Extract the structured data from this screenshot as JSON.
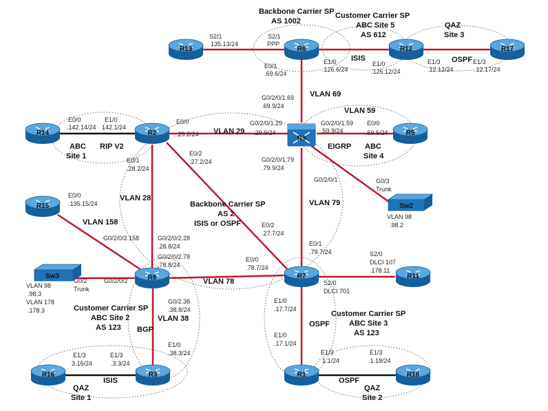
{
  "devices": {
    "R13": "R13",
    "R6": "R6",
    "R12": "R12",
    "R17": "R17",
    "R14": "R14",
    "R2": "R2",
    "R9": "R9",
    "R5": "R5",
    "R15": "R15",
    "Sw2": "Sw2",
    "Sw3": "Sw3",
    "R8": "R8",
    "R7": "R7",
    "R11": "R11",
    "R16": "R16",
    "R3": "R3",
    "R1": "R1",
    "R18": "R18"
  },
  "labels": {
    "backbone_top_1": "Backbone Carrier SP",
    "backbone_top_2": "AS 1002",
    "cust_top_1": "Customer Carrier SP",
    "cust_top_2": "ABC Site 5",
    "cust_top_3": "AS 612",
    "qaz3_1": "QAZ",
    "qaz3_2": "Site 3",
    "r13_s21": "S2/1",
    "r13_ip": "135.13/24",
    "r6_s21": "S2/1",
    "r6_ppp": "PPP",
    "r6_e01": "E0/1",
    "r6_e01_ip": ".69.6/24",
    "r6_e10": "E1/0",
    "r6_e10_ip": ".126.6/24",
    "isis_top": "ISIS",
    "r12_e10": "E1/0",
    "r12_e10_ip": ".126.12/24",
    "r12_e13": "E1/3",
    "r12_e13_ip": ".12.12/24",
    "ospf_top": "OSPF",
    "r17_e13": "E1/3",
    "r17_ip": ".12.17/24",
    "vlan69": "VLAN 69",
    "r9_g1_69": "G0/2/0/1.69",
    "r9_g1_69_ip": ".69.9/24",
    "vlan59": "VLAN 59",
    "r9_g1_59": "G0/2/0/1.59",
    "r9_g1_59_ip": ".59.9/24",
    "r5_e00": "E0/0",
    "r5_ip": ".59.5/24",
    "r14_e00": "E0/0",
    "r14_ip": ".142.14/24",
    "r2_e10": "E1/0",
    "r2_e10_ip": "142.1/24",
    "abc1_1": "ABC",
    "abc1_2": "Site 1",
    "ripv2": "RIP V2",
    "r2_e00": "E0/0",
    "r2_e00_ip": ".29.2/24",
    "vlan29": "VLAN 29",
    "r9_g1_29": "G0/2/0/1.29",
    "r9_g1_29_ip": ".29.9/24",
    "eigrp": "EIGRP",
    "abc4_1": "ABC",
    "abc4_2": "Site 4",
    "r2_e01": "E0/1",
    "r2_e01_ip": ".28.2/24",
    "r2_e02": "E0/2",
    "r2_e02_ip": ".27.2/24",
    "r9_g1_79": "G0/2/0/1.79",
    "r9_g1_79_ip": ".79.9/24",
    "r9_g01": "G0/2/0/1",
    "sw2_g03": "G0/3",
    "sw2_trunk": "Trunk",
    "sw2_vlan": "VLAN 98",
    "sw2_ip": ".98.2",
    "r15_e00": "E0/0",
    "r15_ip": ".135.15/24",
    "vlan158": "VLAN 158",
    "vlan28": "VLAN 28",
    "backbone_mid_1": "Backbone Carrier SP",
    "backbone_mid_2": "AS 2",
    "backbone_mid_3": "ISIS or OSPF",
    "vlan79": "VLAN 79",
    "r7_e02": "E0/2",
    "r7_e02_ip": ".27.7/24",
    "r7_e01": "E0/1",
    "r7_e01_ip": ".79.7/24",
    "r8_g158": "G0/2/0/2.158",
    "r8_g228": "G0/2/0/2.28",
    "r8_g228_ip": ".28.8/24",
    "r8_g278": "G0/2/0/2.78",
    "r8_g278_ip": ".78.8/24",
    "r7_e00": "E0/0",
    "r7_e00_ip": ".78.7/24",
    "r11_s20": "S2/0",
    "r11_dlci": "DLCI 107",
    "r11_ip": ".178.11",
    "sw3_vlan98": "VLAN 98",
    "sw3_ip98": ".98.3",
    "sw3_vlan178": "VLAN 178",
    "sw3_ip178": ".178.3",
    "sw3_g02": "G0/2",
    "sw3_trunk": "Trunk",
    "r8_g02": "G0/2/0/2",
    "vlan78": "VLAN 78",
    "r7_s20": "S2/0",
    "r7_dlci": "DLCI 701",
    "cust_left_1": "Customer Carrier SP",
    "cust_left_2": "ABC Site 2",
    "cust_left_3": "AS 123",
    "r8_g238": "G0/2.38",
    "r8_g238_ip": ".38.8/24",
    "vlan38": "VLAN 38",
    "bgp": "BGP",
    "r3_e10": "E1/0",
    "r3_e10_ip": ".38.3/24",
    "r7_e10": "E1/0",
    "r7_e10_ip": ".17.7/24",
    "ospf_mid": "OSPF",
    "cust_right_1": "Customer Carrier SP",
    "cust_right_2": "ABC Site 3",
    "cust_right_3": "AS 123",
    "r1_e10": "E1/0",
    "r1_e10_ip": ".17.1/24",
    "r16_e13": "E1/3",
    "r16_ip": "3.16/24",
    "r3_e13": "E1/3",
    "r3_ip": ".3.3/24",
    "isis_bottom": "ISIS",
    "qaz1_1": "QAZ",
    "qaz1_2": "Site 1",
    "r1_e13": "E1/3",
    "r1_ip": "1.1/24",
    "r18_e13": "E1/3",
    "r18_ip": ".1.18/24",
    "ospf_bottom": "OSPF",
    "qaz2_1": "QAZ",
    "qaz2_2": "Site 2"
  },
  "colors": {
    "device_fill": "#1f74b8",
    "device_top": "#5aa2d8",
    "link_black": "#111111",
    "link_red": "#c2162e"
  }
}
